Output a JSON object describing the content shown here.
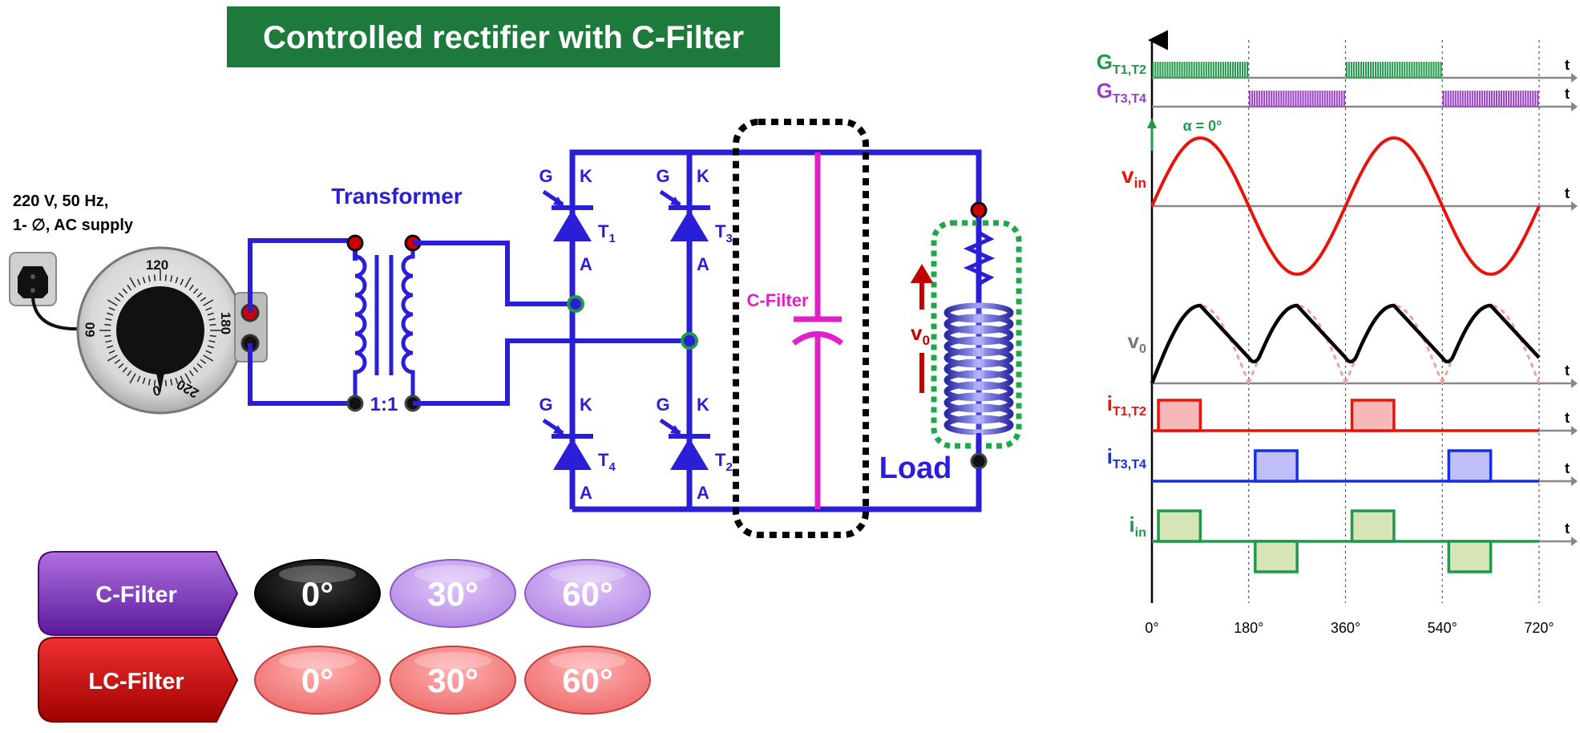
{
  "title": "Controlled rectifier with C-Filter",
  "supply": {
    "line1": "220 V, 50 Hz,",
    "line2_prefix": "1-",
    "line2_symbol": "∅",
    "line2_suffix": ", AC supply"
  },
  "dial": {
    "ticks": [
      "0",
      "60",
      "120",
      "180",
      "220"
    ]
  },
  "transformer": {
    "label": "Transformer",
    "ratio": "1:1"
  },
  "thyristors": [
    {
      "gate": "G",
      "cathode": "K",
      "anode": "A",
      "name": "T",
      "sub": "1"
    },
    {
      "gate": "G",
      "cathode": "K",
      "anode": "A",
      "name": "T",
      "sub": "3"
    },
    {
      "gate": "G",
      "cathode": "K",
      "anode": "A",
      "name": "T",
      "sub": "4"
    },
    {
      "gate": "G",
      "cathode": "K",
      "anode": "A",
      "name": "T",
      "sub": "2"
    }
  ],
  "capacitor": {
    "label": "C-Filter"
  },
  "load": {
    "label": "Load",
    "vo": "v",
    "vo_sub": "0"
  },
  "controls": {
    "row1": {
      "filter": "C-Filter",
      "angles": [
        "0°",
        "30°",
        "60°"
      ],
      "active": 0
    },
    "row2": {
      "filter": "LC-Filter",
      "angles": [
        "0°",
        "30°",
        "60°"
      ]
    }
  },
  "waveforms": {
    "t_label": "t",
    "alpha": "α = 0°",
    "labels": {
      "g12": {
        "main": "G",
        "sub": "T1,T2"
      },
      "g34": {
        "main": "G",
        "sub": "T3,T4"
      },
      "vin": {
        "main": "v",
        "sub": "in"
      },
      "vo": {
        "main": "v",
        "sub": "0"
      },
      "i12": {
        "main": "i",
        "sub": "T1,T2"
      },
      "i34": {
        "main": "i",
        "sub": "T3,T4"
      },
      "iin": {
        "main": "i",
        "sub": "in"
      }
    },
    "x_ticks": [
      "0°",
      "180°",
      "360°",
      "540°",
      "720°"
    ]
  },
  "colors": {
    "title_bg": "#1e7a3c",
    "circuit": "#2a1fd6",
    "capacitor": "#e020c8",
    "gate_g12": "#1e9a4a",
    "gate_g34": "#9a3dc8",
    "vin": "#e8140c",
    "vo": "#000000",
    "i12": "#e8140c",
    "i34": "#1430e0",
    "iin": "#1e9a4a"
  }
}
